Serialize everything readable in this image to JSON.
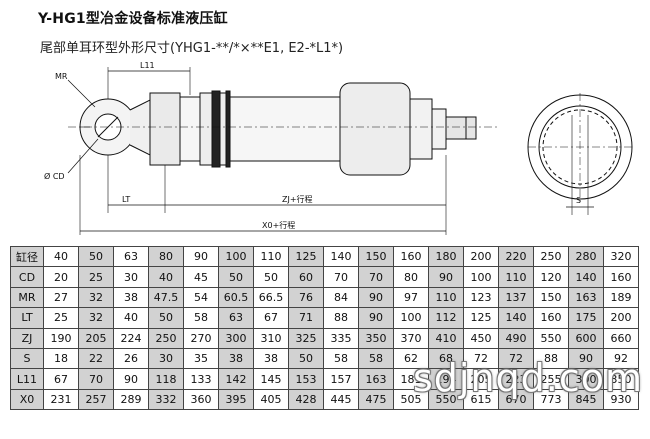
{
  "document": {
    "title": "Y-HG1型冶金设备标准液压缸",
    "subtitle": "尾部单耳环型外形尺寸(YHG1-**/*×**E1, E2-*L1*)"
  },
  "drawing_labels": {
    "mr": "MR",
    "cd": "Ø CD",
    "l11": "L11",
    "lt": "LT",
    "zj": "ZJ+行程",
    "x0": "X0+行程",
    "s": "S"
  },
  "table": {
    "rows": [
      {
        "label": "缸径",
        "values": [
          "40",
          "50",
          "63",
          "80",
          "90",
          "100",
          "110",
          "125",
          "140",
          "150",
          "160",
          "180",
          "200",
          "220",
          "250",
          "280",
          "320"
        ]
      },
      {
        "label": "CD",
        "values": [
          "20",
          "25",
          "30",
          "40",
          "45",
          "50",
          "50",
          "60",
          "70",
          "70",
          "80",
          "90",
          "100",
          "110",
          "120",
          "140",
          "160"
        ]
      },
      {
        "label": "MR",
        "values": [
          "27",
          "32",
          "38",
          "47.5",
          "54",
          "60.5",
          "66.5",
          "76",
          "84",
          "90",
          "97",
          "110",
          "123",
          "137",
          "150",
          "163",
          "189"
        ]
      },
      {
        "label": "LT",
        "values": [
          "25",
          "32",
          "40",
          "50",
          "58",
          "63",
          "67",
          "71",
          "88",
          "90",
          "100",
          "112",
          "125",
          "140",
          "160",
          "175",
          "200"
        ]
      },
      {
        "label": "ZJ",
        "values": [
          "190",
          "205",
          "224",
          "250",
          "270",
          "300",
          "310",
          "325",
          "335",
          "350",
          "370",
          "410",
          "450",
          "490",
          "550",
          "600",
          "660"
        ]
      },
      {
        "label": "S",
        "values": [
          "18",
          "22",
          "26",
          "30",
          "35",
          "38",
          "38",
          "50",
          "58",
          "58",
          "62",
          "68",
          "72",
          "72",
          "88",
          "90",
          "92"
        ]
      },
      {
        "label": "L11",
        "values": [
          "67",
          "70",
          "90",
          "118",
          "133",
          "142",
          "145",
          "153",
          "157",
          "163",
          "181",
          "194",
          "205",
          "223",
          "255",
          "300",
          "350"
        ]
      },
      {
        "label": "X0",
        "values": [
          "231",
          "257",
          "289",
          "332",
          "360",
          "395",
          "405",
          "428",
          "445",
          "475",
          "505",
          "550",
          "615",
          "670",
          "773",
          "845",
          "930"
        ]
      }
    ]
  },
  "watermark": "sdjnqd.com"
}
